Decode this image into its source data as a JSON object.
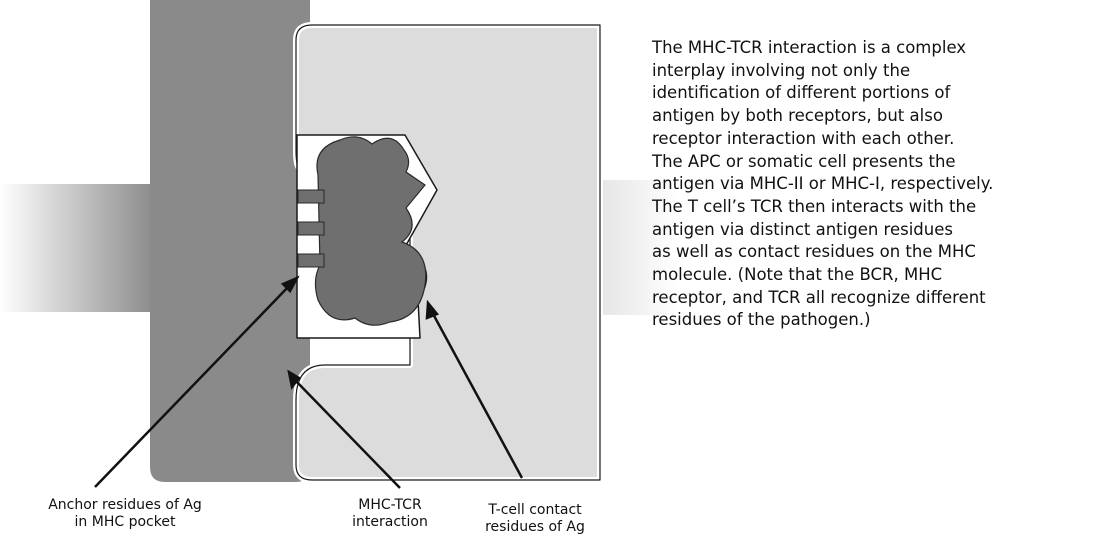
{
  "labels": {
    "anchor_residues": [
      "Anchor residues of Ag",
      "in MHC pocket"
    ],
    "mhc_tcr_interaction": [
      "MHC-TCR",
      "interaction"
    ],
    "tcell_contact_residues": [
      "T-cell contact",
      "residues of Ag"
    ]
  },
  "description_lines": [
    "The MHC-TCR interaction is a complex",
    "interplay involving not only the",
    "identification of different portions of",
    "antigen by both receptors, but also",
    "receptor interaction with each other.",
    "The APC or somatic cell presents the",
    "antigen via MHC-II or MHC-I, respectively.",
    "The T cell’s TCR then interacts with the",
    "antigen via distinct antigen residues",
    "as well as contact residues on the MHC",
    "molecule.  (Note that the BCR, MHC",
    "receptor, and TCR all recognize different",
    "residues of the pathogen.)"
  ],
  "colors": {
    "mhc_fill": "#8a8a8a",
    "tcr_fill": "#dcdcdc",
    "antigen_fill": "#6f6f6f",
    "outline": "#1a1a1a",
    "text": "#111111"
  }
}
